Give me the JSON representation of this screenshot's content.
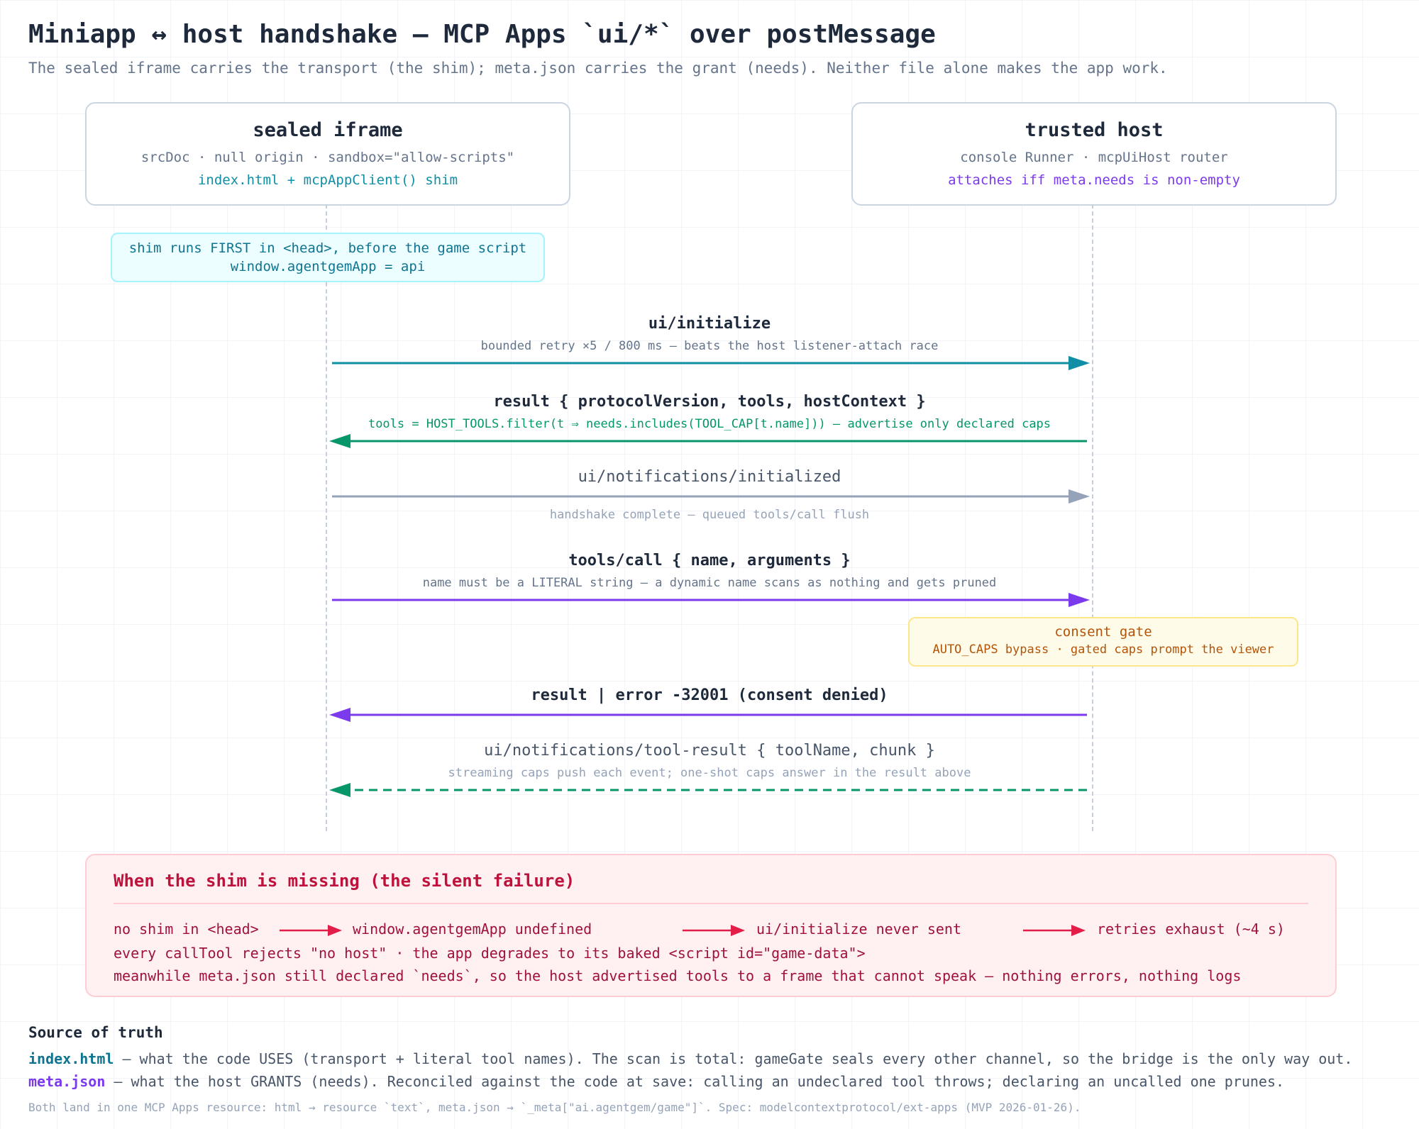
{
  "header": {
    "title": "Miniapp ↔ host handshake — MCP Apps `ui/*` over postMessage",
    "subtitle": "The sealed iframe carries the transport (the shim); meta.json carries the grant (needs). Neither file alone makes the app work."
  },
  "nodes": {
    "iframe": {
      "title": "sealed iframe",
      "sub": "srcDoc · null origin · sandbox=\"allow-scripts\"",
      "note": "index.html + mcpAppClient() shim"
    },
    "host": {
      "title": "trusted host",
      "sub": "console Runner · mcpUiHost router",
      "note": "attaches iff meta.needs is non-empty"
    }
  },
  "shim_note": {
    "line1": "shim runs FIRST in <head>, before the game script",
    "line2": "window.agentgemApp = api"
  },
  "messages": [
    {
      "label": "ui/initialize",
      "sub": "bounded retry ×5 / 800 ms — beats the host listener-attach race",
      "direction": "iframe-to-host",
      "style": "solid",
      "color": "#0e8fa6"
    },
    {
      "label": "result { protocolVersion, tools, hostContext }",
      "sub": "tools = HOST_TOOLS.filter(t ⇒ needs.includes(TOOL_CAP[t.name])) — advertise only declared caps",
      "direction": "host-to-iframe",
      "style": "solid",
      "color": "#059669"
    },
    {
      "label": "ui/notifications/initialized",
      "sub": "handshake complete — queued tools/call flush",
      "direction": "iframe-to-host",
      "style": "solid",
      "color": "#94a3b8"
    },
    {
      "label": "tools/call { name, arguments }",
      "sub": "name must be a LITERAL string — a dynamic name scans as nothing and gets pruned",
      "direction": "iframe-to-host",
      "style": "solid",
      "color": "#7c3aed"
    },
    {
      "label": "result | error -32001 (consent denied)",
      "sub": "",
      "direction": "host-to-iframe",
      "style": "solid",
      "color": "#7c3aed"
    },
    {
      "label": "ui/notifications/tool-result { toolName, chunk }",
      "sub": "streaming caps push each event; one-shot caps answer in the result above",
      "direction": "host-to-iframe",
      "style": "dashed",
      "color": "#059669"
    }
  ],
  "consent_gate": {
    "title": "consent gate",
    "sub": "AUTO_CAPS bypass · gated caps prompt the viewer"
  },
  "failure": {
    "title": "When the shim is missing (the silent failure)",
    "steps": [
      "no shim in <head>",
      "window.agentgemApp undefined",
      "ui/initialize never sent",
      "retries exhaust (~4 s)"
    ],
    "line2": "every callTool rejects \"no host\" · the app degrades to its baked <script id=\"game-data\">",
    "line3": "meanwhile meta.json still declared `needs`, so the host advertised tools to a frame that cannot speak — nothing errors, nothing logs"
  },
  "source_of_truth": {
    "title": "Source of truth",
    "index_key": "index.html",
    "index_text": " — what the code USES (transport + literal tool names). The scan is total: gameGate seals every other channel, so the bridge is the only way out.",
    "meta_key": "meta.json",
    "meta_text": " — what the host GRANTS (needs). Reconciled against the code at save: calling an undeclared tool throws; declaring an uncalled one prunes.",
    "footer": "Both land in one MCP Apps resource: html → resource `text`, meta.json → `_meta[\"ai.agentgem/game\"]`. Spec: modelcontextprotocol/ext-apps (MVP 2026-01-26)."
  },
  "colors": {
    "teal": "#0e8fa6",
    "green": "#059669",
    "gray": "#94a3b8",
    "purple": "#7c3aed",
    "red": "#e11d48",
    "amber": "#b45309"
  }
}
